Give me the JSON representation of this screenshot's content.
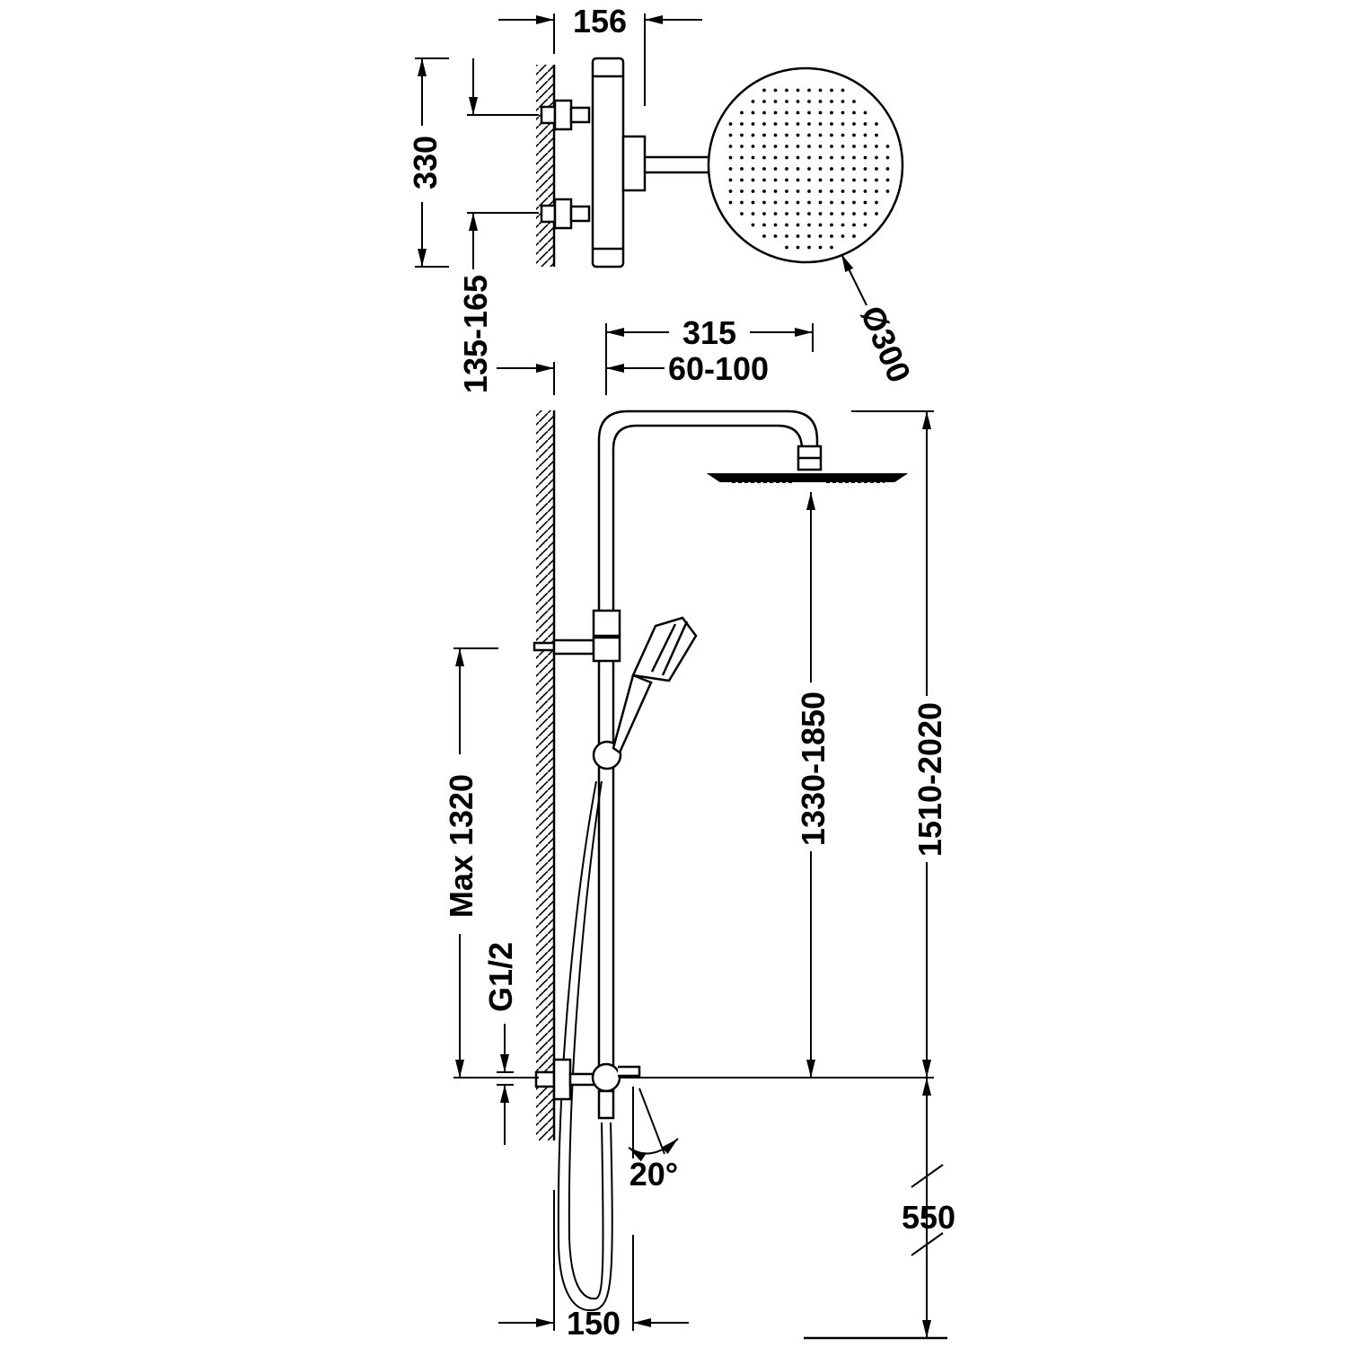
{
  "dimensions": {
    "top_width": "156",
    "top_height": "330",
    "wall_spacing": "135-165",
    "arm_length": "315",
    "arm_offset": "60-100",
    "head_diameter": "Ø300",
    "head_height": "1330-1850",
    "total_height": "1510-2020",
    "max_height": "Max 1320",
    "thread": "G1/2",
    "angle": "20°",
    "lower_height": "550",
    "bottom_width": "150"
  },
  "colors": {
    "line": "#000000",
    "background": "#ffffff"
  }
}
